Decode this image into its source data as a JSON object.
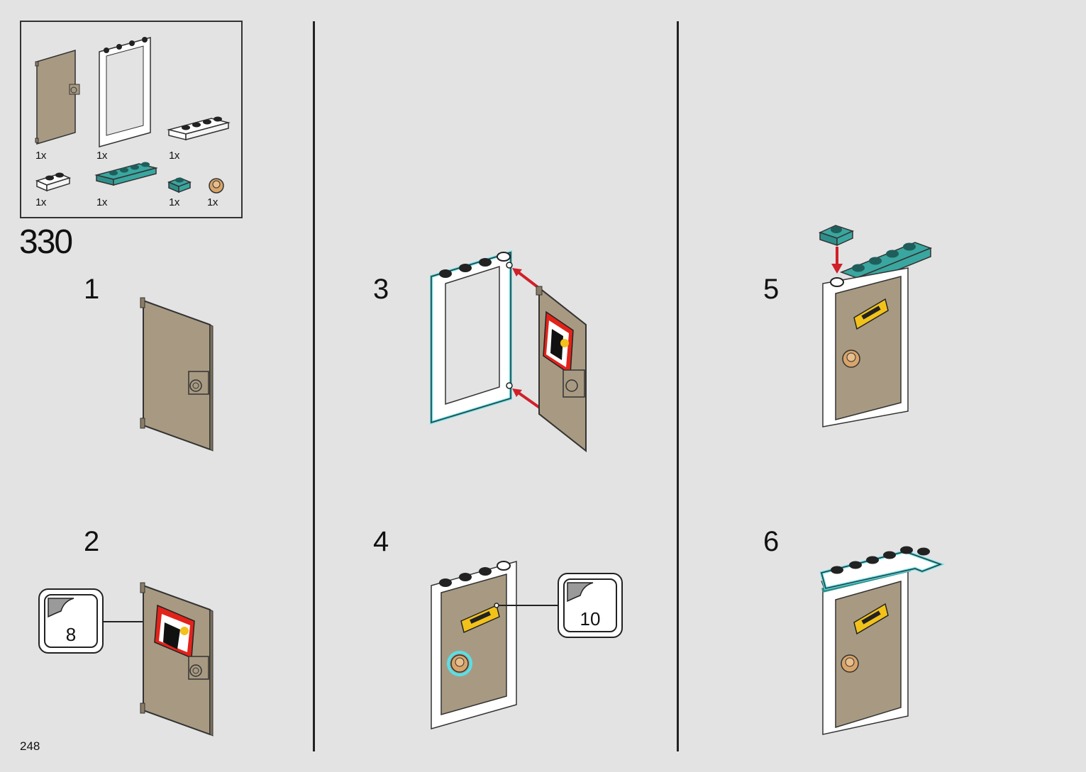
{
  "page": {
    "number": "248",
    "set_step": "330"
  },
  "parts": [
    {
      "qty": "1x",
      "icon": "door-panel-icon"
    },
    {
      "qty": "1x",
      "icon": "door-frame-icon"
    },
    {
      "qty": "1x",
      "icon": "white-plate-1x4-icon"
    },
    {
      "qty": "1x",
      "icon": "white-plate-1x2-icon"
    },
    {
      "qty": "1x",
      "icon": "teal-plate-1x4-icon"
    },
    {
      "qty": "1x",
      "icon": "teal-plate-1x1-icon"
    },
    {
      "qty": "1x",
      "icon": "tan-round-knob-icon"
    }
  ],
  "steps": [
    {
      "number": "1"
    },
    {
      "number": "2",
      "sticker": "8"
    },
    {
      "number": "3"
    },
    {
      "number": "4",
      "sticker": "10"
    },
    {
      "number": "5"
    },
    {
      "number": "6"
    }
  ],
  "colors": {
    "background": "#e3e3e3",
    "door": "#a89a82",
    "teal": "#3aa6a0",
    "highlight": "#57e0e8",
    "arrow": "#d0202a",
    "sign": "#f2c21b"
  }
}
